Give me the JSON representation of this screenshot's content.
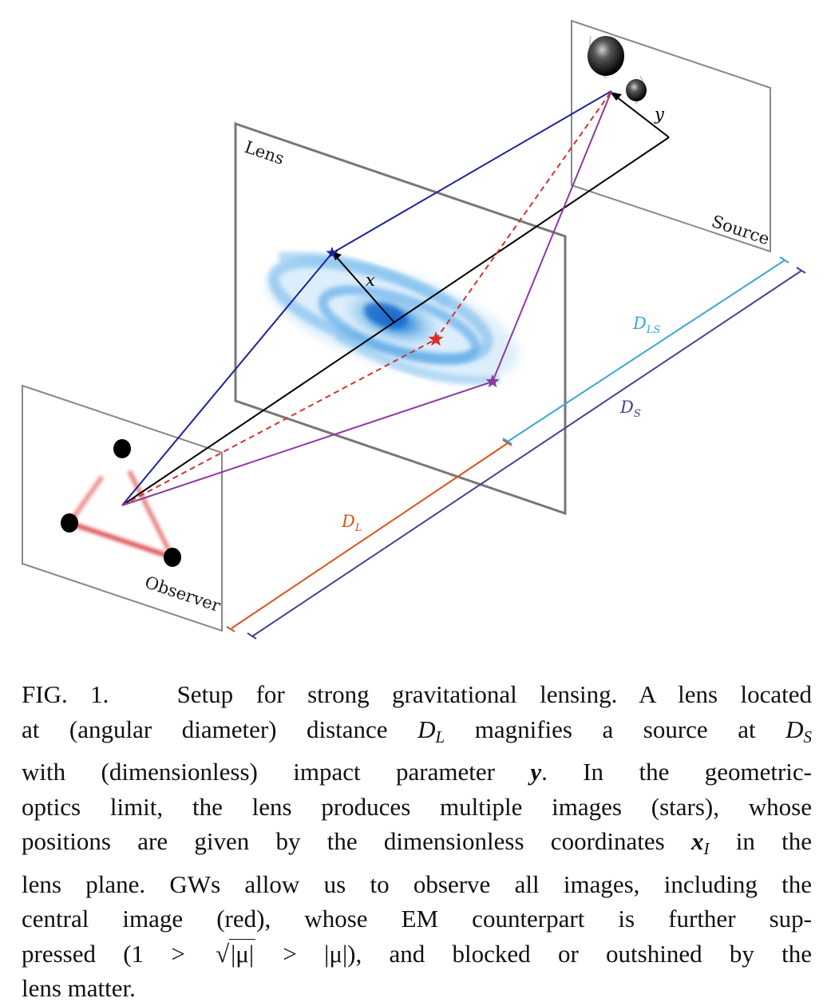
{
  "figure": {
    "planes": {
      "lens_label": "Lens",
      "source_label": "Source",
      "observer_label": "Observer"
    },
    "vectors": {
      "x_label": "x",
      "y_label": "y"
    },
    "distances": [
      {
        "key": "DL",
        "main": "D",
        "sub": "L",
        "color": "#d9531e"
      },
      {
        "key": "DLS",
        "main": "D",
        "sub": "LS",
        "color": "#3aa6d8"
      },
      {
        "key": "DS",
        "main": "D",
        "sub": "S",
        "color": "#4b3f8f"
      }
    ],
    "colors": {
      "lens_frame": "#777777",
      "source_frame": "#888888",
      "ray_blue": "#1c2399",
      "ray_purple": "#8c3a9e",
      "ray_red": "#d9302c",
      "axis": "#000000",
      "galaxy": "#3a92de"
    },
    "images": [
      {
        "name": "blue-image-star",
        "color": "#1c2399"
      },
      {
        "name": "central-red-image-star",
        "color": "#d9302c"
      },
      {
        "name": "purple-image-star",
        "color": "#8c3a9e"
      }
    ]
  },
  "caption": {
    "fig_label": "FIG. 1.",
    "l1": "Setup for strong gravitational lensing. A lens located",
    "l2a": "at (angular diameter) distance ",
    "l2_DL": "D",
    "l2_DL_sub": "L",
    "l2b": " magnifies a source at ",
    "l2_DS": "D",
    "l2_DS_sub": "S",
    "l3a": "with (dimensionless) impact parameter ",
    "l3_y": "y",
    "l3b": ". In the geometric-",
    "l4": "optics limit, the lens produces multiple images (stars), whose",
    "l5a": "positions are given by the dimensionless coordinates ",
    "l5_x": "x",
    "l5_x_sub": "I",
    "l5b": " in the",
    "l6": "lens plane. GWs allow us to observe all images, including the",
    "l7": "central image (red), whose EM counterpart is further sup-",
    "l8a": "pressed (1 > ",
    "l8_sqrt": "|μ|",
    "l8b": " > |μ|), and blocked or outshined by the",
    "l9": "lens matter."
  }
}
